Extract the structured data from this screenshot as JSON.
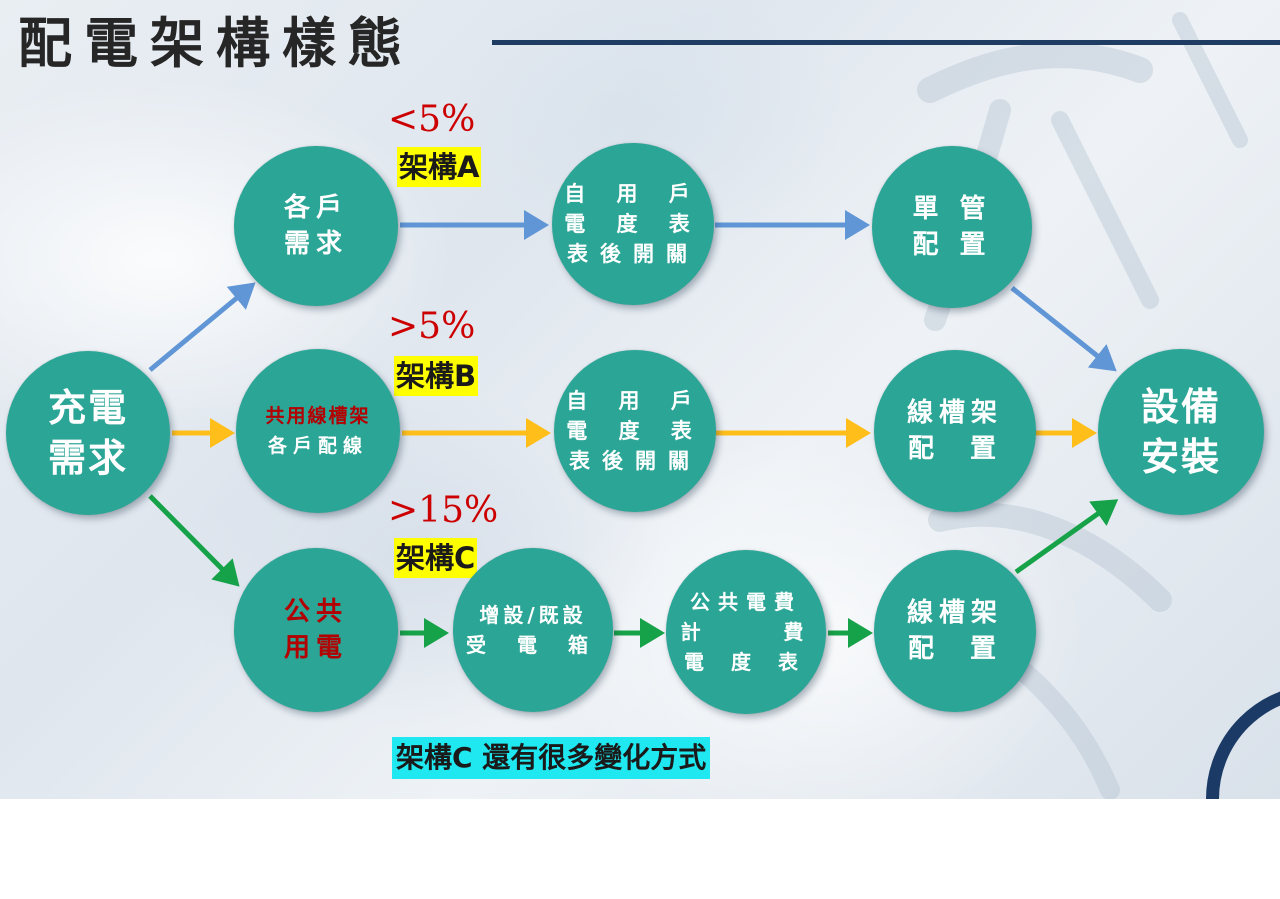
{
  "title": "配電架構樣態",
  "colors": {
    "node_fill": "#2aa596",
    "arrow_a": "#6096d6",
    "arrow_b": "#ffbe1a",
    "arrow_c": "#16a248",
    "highlight_yellow": "#ffff00",
    "highlight_cyan": "#20e8f0",
    "percent_red": "#cc0000",
    "title_rule": "#1f3c63"
  },
  "architectures": {
    "a": {
      "label": "架構A",
      "percent": "<5%"
    },
    "b": {
      "label": "架構B",
      "percent": ">5%"
    },
    "c": {
      "label": "架構C",
      "percent": ">15%"
    }
  },
  "nodes": {
    "charging_demand": [
      "充電",
      "需求"
    ],
    "household_demand": [
      "各戶",
      "需求"
    ],
    "shared_trough": [
      "共用線槽架",
      "各戶配線"
    ],
    "public_power": [
      "公共",
      "用電"
    ],
    "meter_a": [
      "自 用 戶",
      "電 度 表",
      "表後開關"
    ],
    "meter_b": [
      "自 用 戶",
      "電 度 表",
      "表後開關"
    ],
    "switchbox_c": [
      "增設/既設",
      "受 電 箱"
    ],
    "public_meter_c": [
      "公共電費",
      "計     費",
      "電 度 表"
    ],
    "single_pipe_a": [
      "單 管",
      "配 置"
    ],
    "trough_b": [
      "線槽架",
      "配  置"
    ],
    "trough_c": [
      "線槽架",
      "配  置"
    ],
    "equipment_install": [
      "設備",
      "安裝"
    ]
  },
  "note": "架構C  還有很多變化方式"
}
